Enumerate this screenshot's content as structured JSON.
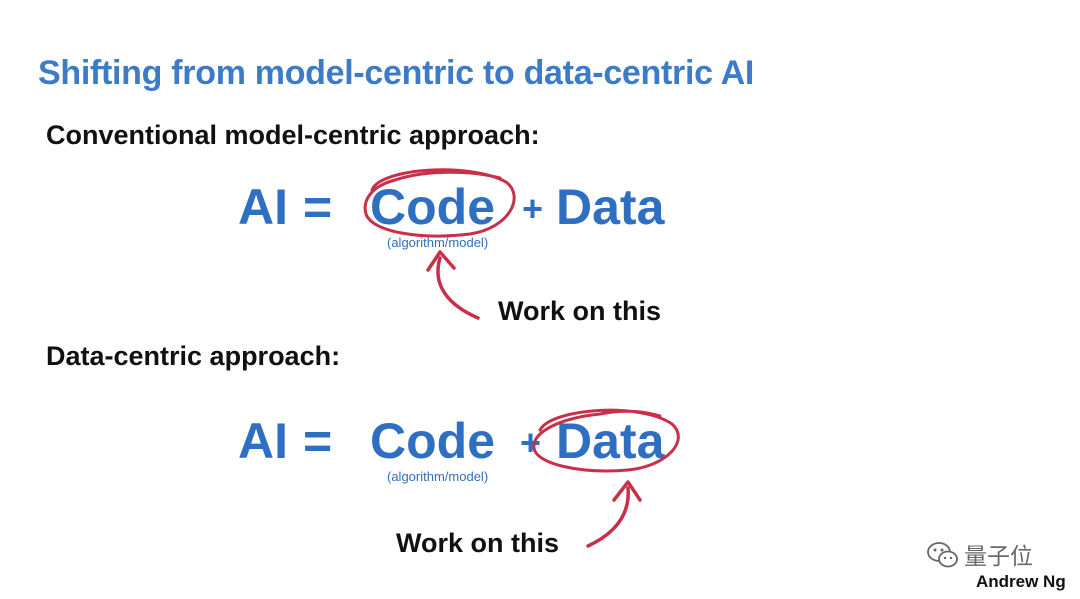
{
  "title": "Shifting from model-centric to data-centric AI",
  "sections": [
    {
      "heading": "Conventional model-centric approach:",
      "equation": {
        "lhs": "AI",
        "equals": "=",
        "code": "Code",
        "plus": "+",
        "data": "Data",
        "code_sub": "(algorithm/model)"
      },
      "highlight": "Code",
      "note": "Work on this"
    },
    {
      "heading": "Data-centric approach:",
      "equation": {
        "lhs": "AI",
        "equals": "=",
        "code": "Code",
        "plus": "+",
        "data": "Data",
        "code_sub": "(algorithm/model)"
      },
      "highlight": "Data",
      "note": "Work on this"
    }
  ],
  "credit": "Andrew Ng",
  "watermark": "量子位",
  "colors": {
    "title": "#3b7bc8",
    "equation": "#2f6fc1",
    "annotation": "#c8304a",
    "text": "#111111"
  },
  "icons": {
    "watermark_logo": "wechat-icon"
  }
}
